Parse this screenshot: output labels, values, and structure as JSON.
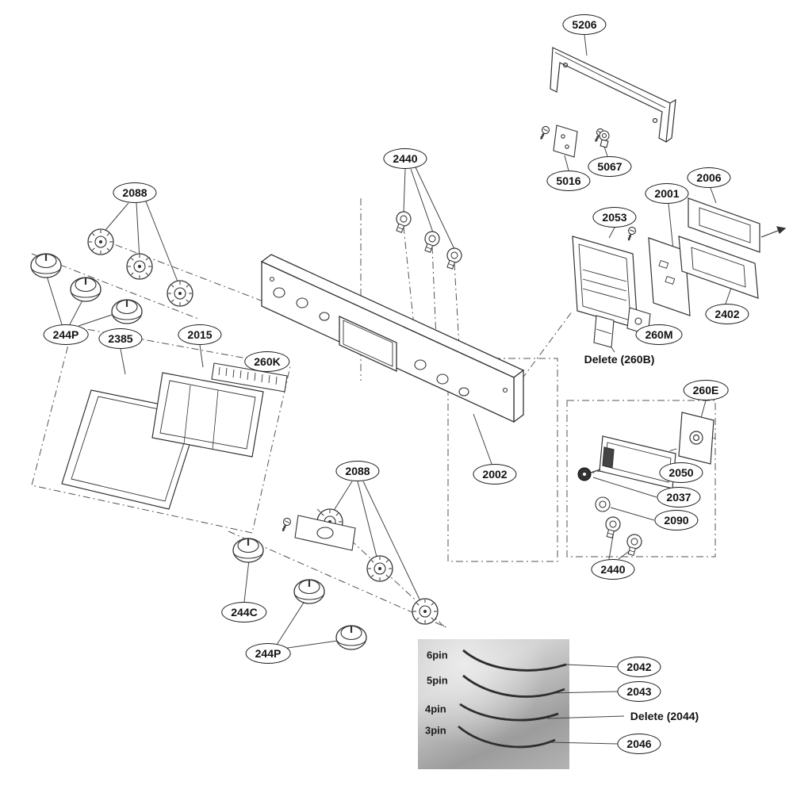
{
  "diagram": {
    "callouts": {
      "c5206": "5206",
      "c5016": "5016",
      "c5067": "5067",
      "c2440_top": "2440",
      "c2088_left": "2088",
      "c2006": "2006",
      "c2001": "2001",
      "c2053": "2053",
      "c244p_left": "244P",
      "c2385": "2385",
      "c2015": "2015",
      "c260k": "260K",
      "c2402": "2402",
      "c260m": "260M",
      "c260e": "260E",
      "c2002": "2002",
      "c2050": "2050",
      "c2037": "2037",
      "c2090": "2090",
      "c2440_bottom": "2440",
      "c2088_bottom": "2088",
      "c244c": "244C",
      "c244p_bottom": "244P",
      "c2042": "2042",
      "c2043": "2043",
      "c2046": "2046"
    },
    "text_labels": {
      "delete_260b": "Delete (260B)",
      "delete_2044": "Delete (2044)"
    },
    "inset": {
      "pin_labels": {
        "p6": "6pin",
        "p5": "5pin",
        "p4": "4pin",
        "p3": "3pin"
      }
    }
  }
}
